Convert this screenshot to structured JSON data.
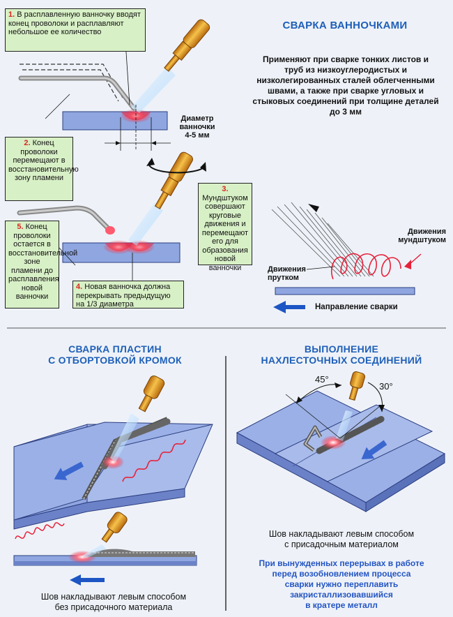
{
  "notes": {
    "n1": {
      "num": "1.",
      "text": "В расплавленную ванночку вводят конец проволоки и расплавляют небольшое ее количество"
    },
    "n2": {
      "num": "2.",
      "text": "Конец проволоки перемещают в восстановительную зону пламени"
    },
    "n3": {
      "num": "3.",
      "text": "Мундштуком совершают круговые движения и перемещают его для образования новой ванночки"
    },
    "n4": {
      "num": "4.",
      "text": "Новая ванночка должна перекрывать предыдущую на 1/3 диаметра"
    },
    "n5": {
      "num": "5.",
      "text": "Конец проволоки остается в восстановительной зоне пламени до расплавления новой ванночки"
    }
  },
  "pool_diameter": {
    "line1": "Диаметр",
    "line2": "ванночки",
    "line3": "4-5 мм"
  },
  "section1": {
    "title": "СВАРКА ВАННОЧКАМИ",
    "text": "Применяют при сварке тонких листов и труб из низкоуглеродистых и низколегированных сталей облегченными швами, а также при сварке угловых и стыковых соединений при толщине деталей до 3 мм"
  },
  "motion_diagram": {
    "mouthpiece_line1": "Движения",
    "mouthpiece_line2": "мундштуком",
    "rod_line1": "Движения",
    "rod_line2": "прутком",
    "direction": "Направление сварки"
  },
  "section2": {
    "title_line1": "СВАРКА ПЛАСТИН",
    "title_line2": "С ОТБОРТОВКОЙ КРОМОК",
    "caption_line1": "Шов накладывают левым способом",
    "caption_line2": "без присадочного материала"
  },
  "section3": {
    "title_line1": "ВЫПОЛНЕНИЕ",
    "title_line2": "НАХЛЕСТОЧНЫХ СОЕДИНЕНИЙ",
    "angle_left": "45°",
    "angle_right": "30°",
    "caption_line1": "Шов накладывают левым способом",
    "caption_line2": "с присадочным материалом",
    "note_line1": "При вынужденных перерывах в работе",
    "note_line2": "перед возобновлением процесса",
    "note_line3": "сварки нужно переплавить",
    "note_line4": "закристаллизовавшийся",
    "note_line5": "в кратере металл"
  },
  "colors": {
    "title_blue": "#1f5fb8",
    "note_green": "#d8f0c6",
    "plate_blue": "#8fa6e0",
    "torch_orange": "#e89a1c",
    "flame_blue": "#9fd0ff",
    "melt_red": "#e8203a"
  }
}
